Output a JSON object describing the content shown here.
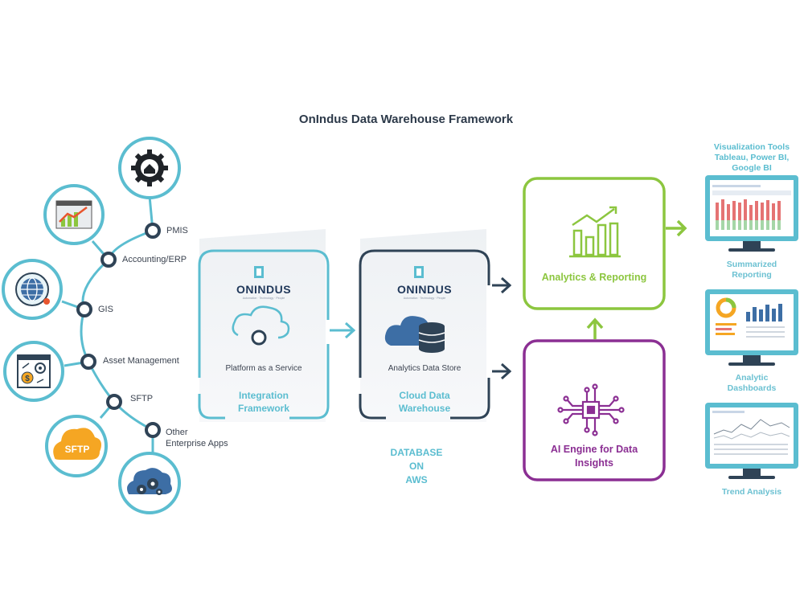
{
  "title": "OnIndus Data Warehouse Framework",
  "colors": {
    "teal": "#5bbdd0",
    "dark_navy": "#2f4356",
    "green": "#8cc63f",
    "purple": "#8b2f93",
    "orange": "#f5a623"
  },
  "sources": [
    {
      "label": "PMIS",
      "icon": "gear-house-icon"
    },
    {
      "label": "Accounting/ERP",
      "icon": "growth-chart-icon"
    },
    {
      "label": "GIS",
      "icon": "globe-icon"
    },
    {
      "label": "Asset Management",
      "icon": "asset-dollar-icon"
    },
    {
      "label": "SFTP",
      "icon": "sftp-cloud-icon"
    },
    {
      "label_line1": "Other",
      "label_line2": "Enterprise Apps",
      "icon": "cloud-gears-icon"
    }
  ],
  "integration": {
    "logo": "ONINDUS",
    "logo_tag": "Automation · Technology · People",
    "service": "Platform as a Service",
    "caption_line1": "Integration",
    "caption_line2": "Framework"
  },
  "warehouse": {
    "logo": "ONINDUS",
    "logo_tag": "Automation · Technology · People",
    "service": "Analytics Data Store",
    "caption_line1": "Cloud Data",
    "caption_line2": "Warehouse"
  },
  "database": {
    "line1": "DATABASE",
    "line2": "ON",
    "line3": "AWS"
  },
  "analytics": {
    "label": "Analytics & Reporting"
  },
  "ai_engine": {
    "line1": "AI Engine for Data",
    "line2": "Insights"
  },
  "visualization": {
    "line1": "Visualization Tools",
    "line2": "Tableau, Power BI,",
    "line3": "Google BI"
  },
  "outputs": [
    {
      "line1": "Summarized",
      "line2": "Reporting",
      "icon": "monitor-report-icon"
    },
    {
      "line1": "Analytic",
      "line2": "Dashboards",
      "icon": "monitor-dashboard-icon"
    },
    {
      "line1": "Trend Analysis",
      "line2": "",
      "icon": "monitor-trend-icon"
    }
  ]
}
